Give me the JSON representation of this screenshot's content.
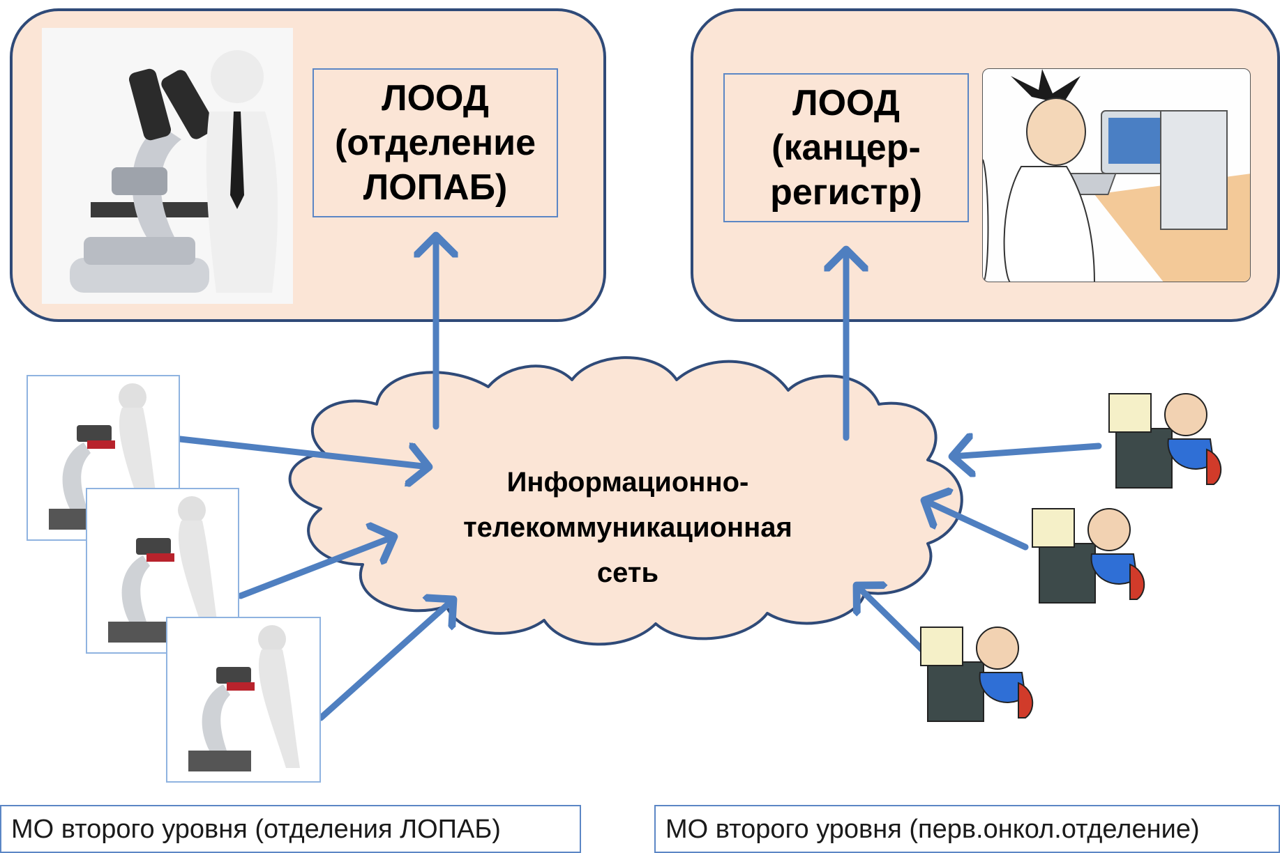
{
  "top_left": {
    "title": "ЛООД\n(отделение\nЛОПАБ)"
  },
  "top_right": {
    "title": "ЛООД\n(канцер-\nрегистр)"
  },
  "cloud": {
    "text": "Информационно-\nтелекоммуникационная\nсеть"
  },
  "captions": {
    "left": "МО второго уровня (отделения ЛОПАБ)",
    "right": "МО второго уровня (перв.онкол.отделение)"
  },
  "icons": {
    "pathologist": "microscope-figure-icon",
    "registrar": "computer-operator-icon",
    "network": "cloud-icon"
  },
  "colors": {
    "panel_fill": "#fbe5d6",
    "panel_border": "#2f4a78",
    "arrow": "#4f7fc0"
  }
}
